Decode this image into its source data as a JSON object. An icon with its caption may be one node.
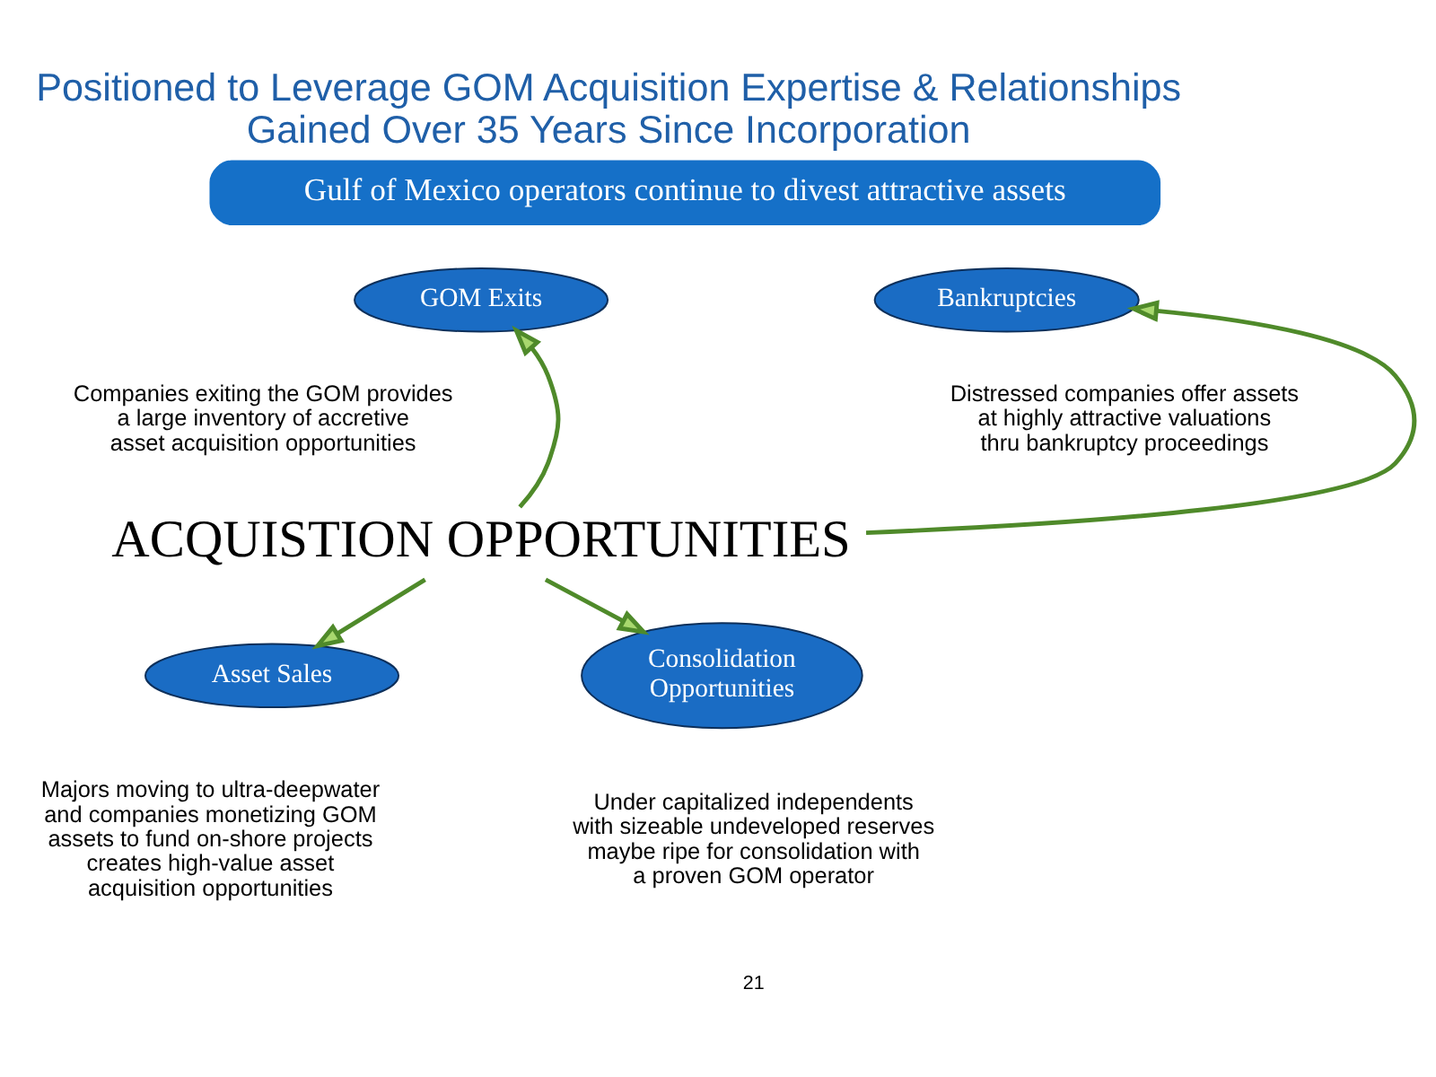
{
  "diagram": {
    "title": "Positioned to Leverage GOM Acquisition Expertise & Relationships Gained Over 35 Years Since Incorporation",
    "nodes": [
      {
        "text": [
          "Gulf of Mexico operators continue to divest attractive assets"
        ]
      },
      {
        "text": [
          "GOM Exits"
        ],
        "beside": [
          "Companies exiting the GOM provides a large inventory of accretive asset acquisition opportunities"
        ]
      },
      {
        "text": [
          "Bankruptcies"
        ],
        "beside": [
          "Distressed companies offer assets at highly attractive valuations thru bankruptcy proceedings"
        ]
      },
      {
        "text": [
          "ACQUISTION OPPORTUNITIES"
        ]
      },
      {
        "text": [
          "Asset Sales"
        ],
        "beside": [
          "Majors moving to ultra-deepwater and companies monetizing GOM assets to fund on-shore projects creates high-value asset acquisition opportunities"
        ]
      },
      {
        "text": [
          "Consolidation Opportunities"
        ],
        "beside": [
          "Under capitalized independents with sizeable undeveloped reserves maybe ripe for consolidation with a proven GOM operator"
        ]
      }
    ],
    "edges": [
      {
        "from": 3,
        "to": 1,
        "arrow": "to"
      },
      {
        "from": 3,
        "to": 2,
        "arrow": "to"
      },
      {
        "from": 3,
        "to": 4,
        "arrow": "to"
      },
      {
        "from": 3,
        "to": 5,
        "arrow": "to"
      }
    ],
    "labels": [
      "21"
    ]
  }
}
